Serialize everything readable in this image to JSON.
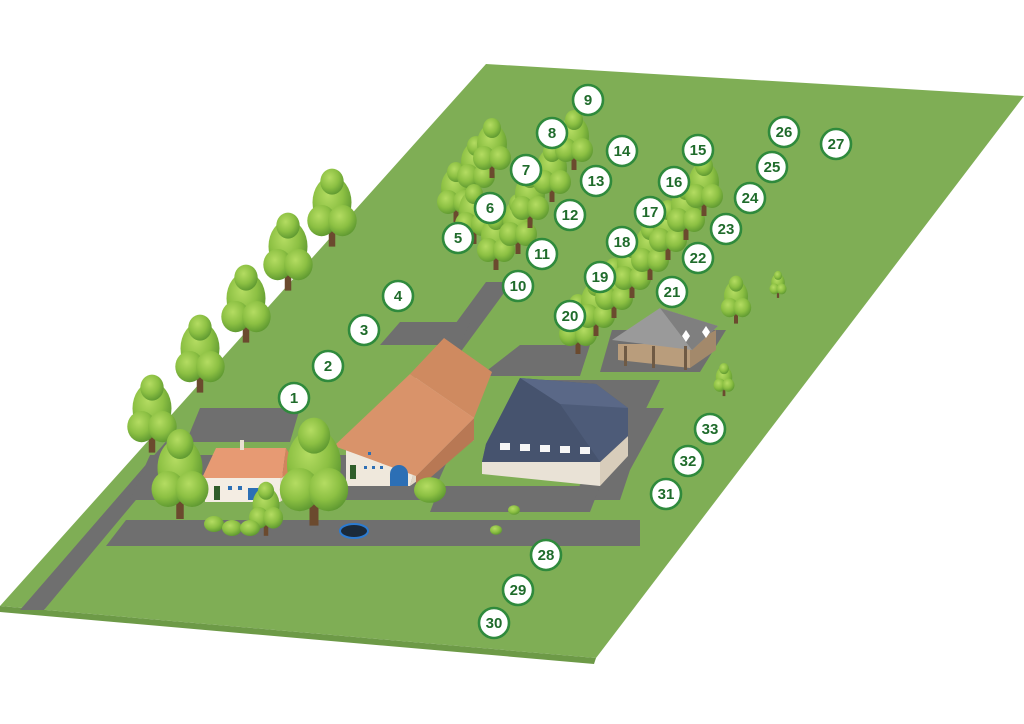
{
  "colors": {
    "grass": "#7fae55",
    "grass_edge": "#6d9a47",
    "road": "#6f6f6f",
    "marker_ring": "#2f8a3c",
    "marker_text": "#1f6b2b",
    "tree_light": "#9ccc4a",
    "tree_dark": "#4f8a2a",
    "roof_orange": "#d9936a",
    "barn_roof": "#4d5b78",
    "pavilion_roof": "#8e8e8e"
  },
  "markers": [
    {
      "id": "1",
      "label": "1"
    },
    {
      "id": "2",
      "label": "2"
    },
    {
      "id": "3",
      "label": "3"
    },
    {
      "id": "4",
      "label": "4"
    },
    {
      "id": "5",
      "label": "5"
    },
    {
      "id": "6",
      "label": "6"
    },
    {
      "id": "7",
      "label": "7"
    },
    {
      "id": "8",
      "label": "8"
    },
    {
      "id": "9",
      "label": "9"
    },
    {
      "id": "10",
      "label": "10"
    },
    {
      "id": "11",
      "label": "11"
    },
    {
      "id": "12",
      "label": "12"
    },
    {
      "id": "13",
      "label": "13"
    },
    {
      "id": "14",
      "label": "14"
    },
    {
      "id": "15",
      "label": "15"
    },
    {
      "id": "16",
      "label": "16"
    },
    {
      "id": "17",
      "label": "17"
    },
    {
      "id": "18",
      "label": "18"
    },
    {
      "id": "19",
      "label": "19"
    },
    {
      "id": "20",
      "label": "20"
    },
    {
      "id": "21",
      "label": "21"
    },
    {
      "id": "22",
      "label": "22"
    },
    {
      "id": "23",
      "label": "23"
    },
    {
      "id": "24",
      "label": "24"
    },
    {
      "id": "25",
      "label": "25"
    },
    {
      "id": "26",
      "label": "26"
    },
    {
      "id": "27",
      "label": "27"
    },
    {
      "id": "28",
      "label": "28"
    },
    {
      "id": "29",
      "label": "29"
    },
    {
      "id": "30",
      "label": "30"
    },
    {
      "id": "31",
      "label": "31"
    },
    {
      "id": "32",
      "label": "32"
    },
    {
      "id": "33",
      "label": "33"
    }
  ]
}
